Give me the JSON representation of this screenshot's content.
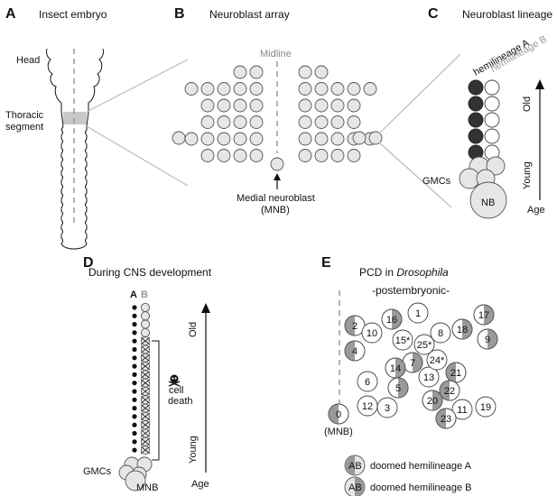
{
  "panels": {
    "A": {
      "letter": "A",
      "title": "Insect embryo",
      "head": "Head",
      "thoracic_1": "Thoracic",
      "thoracic_2": "segment"
    },
    "B": {
      "letter": "B",
      "title": "Neuroblast array",
      "midline": "Midline",
      "mnb_1": "Medial neuroblast",
      "mnb_2": "(MNB)"
    },
    "C": {
      "letter": "C",
      "title": "Neuroblast lineage",
      "hemi_a": "hemilineage A",
      "hemi_b": "hemilineage B",
      "old": "Old",
      "young": "Young",
      "age": "Age",
      "gmcs": "GMCs",
      "nb": "NB"
    },
    "D": {
      "letter": "D",
      "title": "During CNS development",
      "col_a": "A",
      "col_b": "B",
      "old": "Old",
      "young": "Young",
      "age": "Age",
      "cell": "cell",
      "death": "death",
      "gmcs": "GMCs",
      "mnb": "MNB"
    },
    "E": {
      "letter": "E",
      "title_prefix": "PCD in ",
      "title_species": "Drosophila",
      "subtitle": "-postembryonic-",
      "mnb_label": "(MNB)",
      "legend": [
        {
          "glyph": "AB",
          "text": "doomed hemilineage A"
        },
        {
          "glyph": "AB",
          "text": "doomed hemilineage B"
        }
      ]
    }
  },
  "lineages": [
    "0",
    "1",
    "2",
    "3",
    "4",
    "5",
    "6",
    "7",
    "8",
    "9",
    "10",
    "11",
    "12",
    "13",
    "14",
    "15*",
    "16",
    "17",
    "18",
    "19",
    "20",
    "21",
    "22",
    "23",
    "24*",
    "25*"
  ],
  "colors": {
    "light_gray": "#e6e6e6",
    "dark": "#333333",
    "outline": "#555555"
  }
}
